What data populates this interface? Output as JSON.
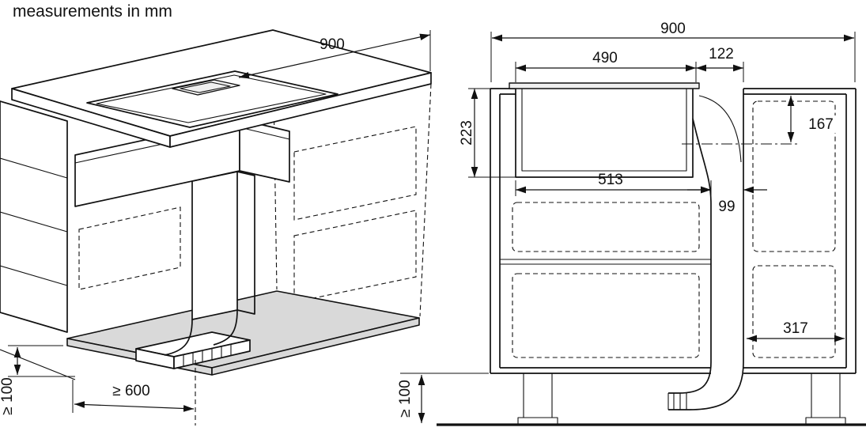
{
  "title": "measurements in mm",
  "iso": {
    "width": "900",
    "floor_clearance": "≥ 100",
    "depth_clearance": "≥ 600"
  },
  "section": {
    "total_width": "900",
    "hob_cutout_width": "490",
    "duct_cutout_width": "122",
    "hob_depth": "223",
    "outlet_center_drop": "167",
    "housing_width": "513",
    "duct_width": "99",
    "right_clearance": "317",
    "floor_clearance": "≥ 100"
  }
}
